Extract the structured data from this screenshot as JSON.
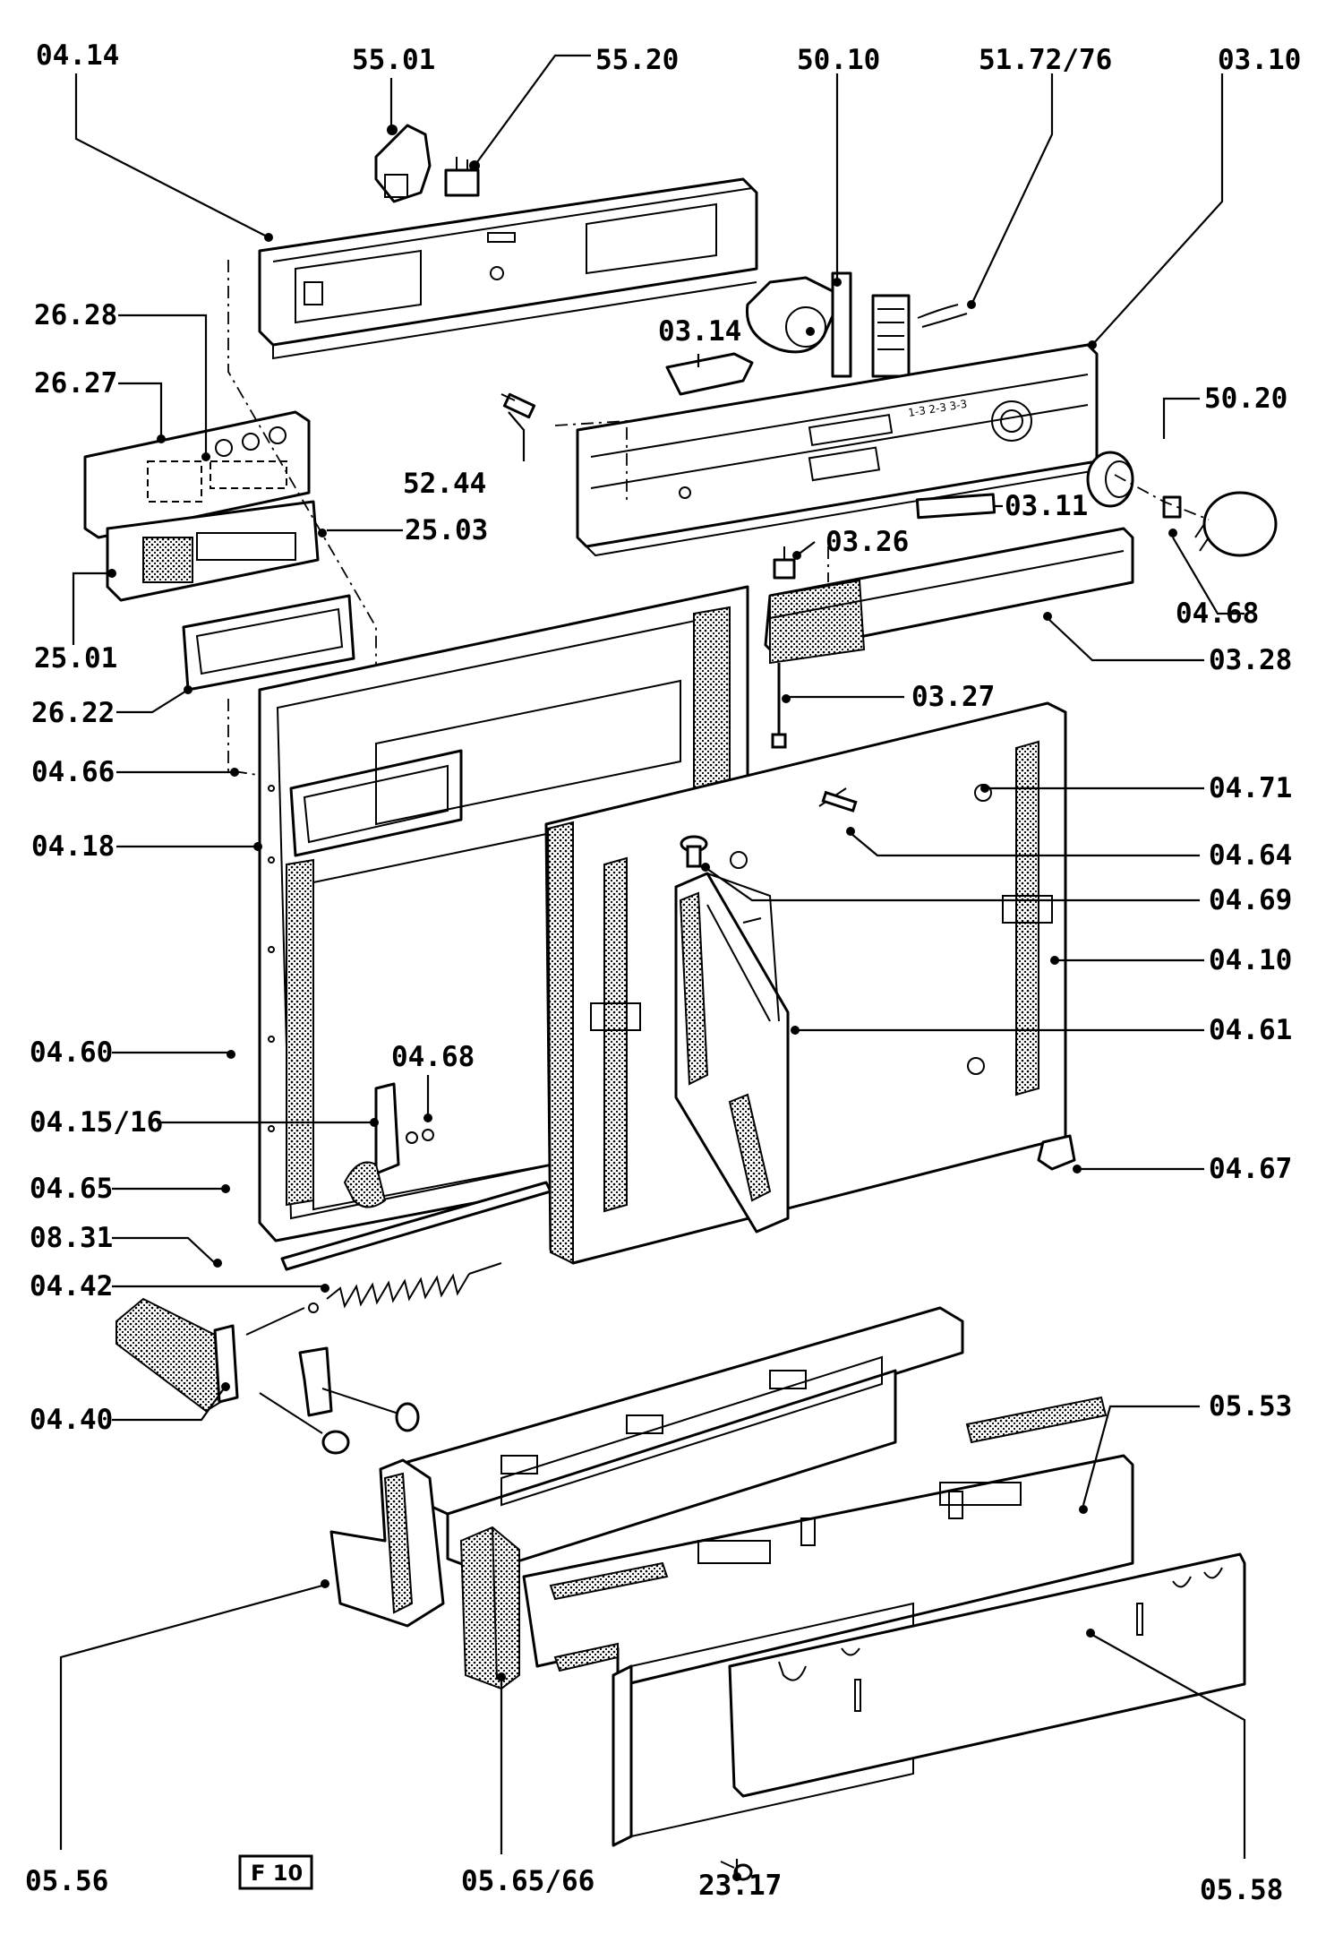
{
  "figure_badge": "F 10",
  "panel_marking": "1-3 2-3 3-3",
  "labels": {
    "p0414": "04.14",
    "p5501": "55.01",
    "p5520": "55.20",
    "p5010": "50.10",
    "p517276": "51.72/76",
    "p0310": "03.10",
    "p2628": "26.28",
    "p2627": "26.27",
    "p0314": "03.14",
    "p5020": "50.20",
    "p5244": "52.44",
    "p2503": "25.03",
    "p0311": "03.11",
    "p0326": "03.26",
    "p0468a": "04.68",
    "p2501": "25.01",
    "p0328": "03.28",
    "p2622": "26.22",
    "p0327": "03.27",
    "p0466": "04.66",
    "p0471": "04.71",
    "p0418": "04.18",
    "p0464": "04.64",
    "p0469": "04.69",
    "p0410": "04.10",
    "p0461": "04.61",
    "p0460": "04.60",
    "p0468b": "04.68",
    "p041516": "04.15/16",
    "p0467": "04.67",
    "p0465": "04.65",
    "p0831": "08.31",
    "p0442": "04.42",
    "p0440": "04.40",
    "p0553": "05.53",
    "p0556": "05.56",
    "p056566": "05.65/66",
    "p2317": "23.17",
    "p0558": "05.58"
  }
}
